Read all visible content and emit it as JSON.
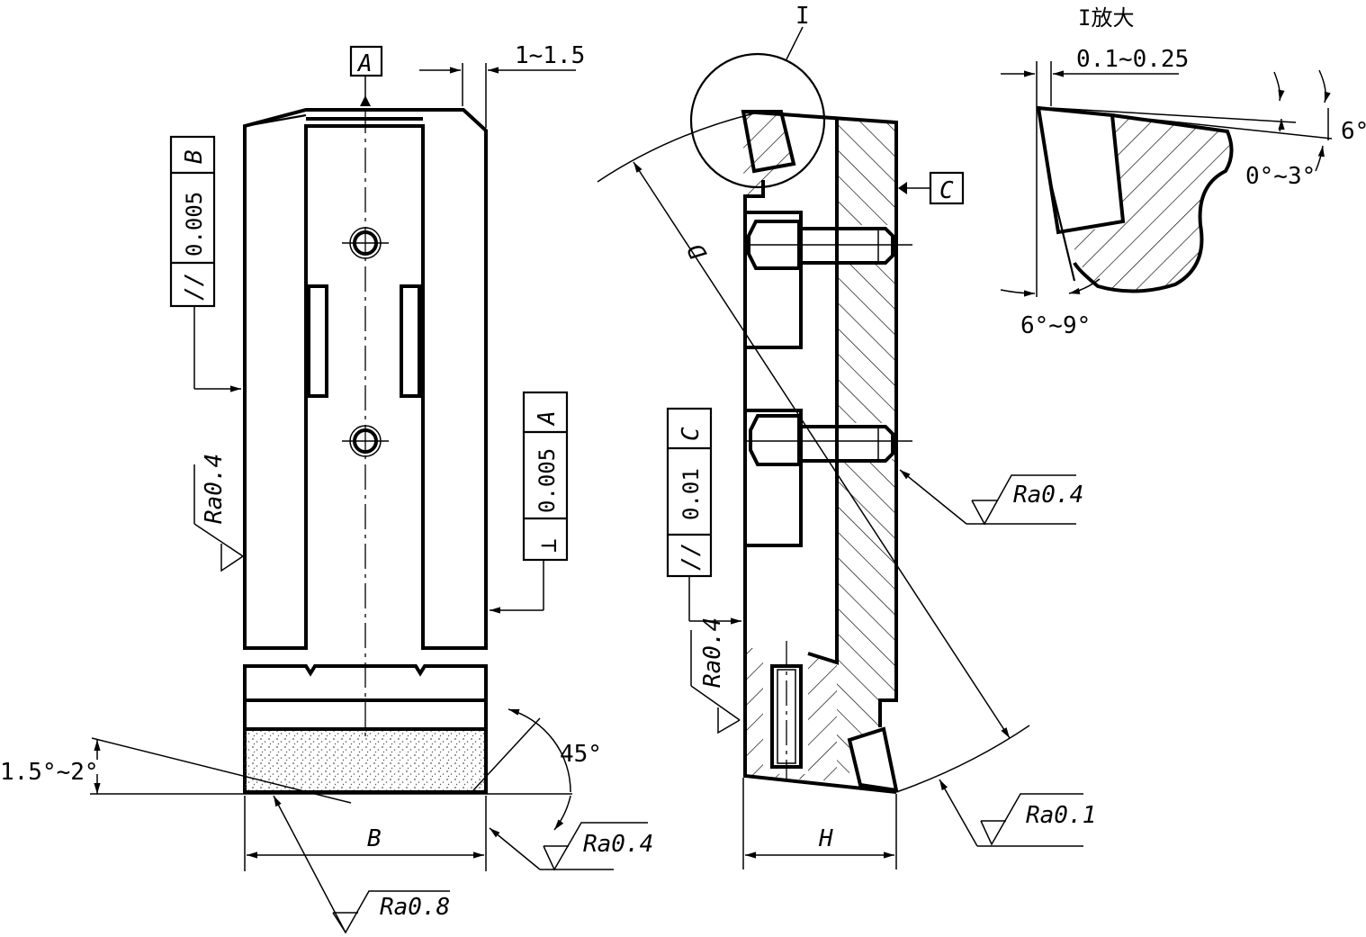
{
  "colors": {
    "line": "#000000",
    "background": "#ffffff",
    "abrasive_dots": "#555555"
  },
  "left_view": {
    "datum_a": "A",
    "dim_top_chamfer": "1~1.5",
    "parallel_tol": {
      "symbol": "//",
      "value": "0.005",
      "datum": "B"
    },
    "perp_tol": {
      "symbol": "⊥",
      "value": "0.005",
      "datum": "A"
    },
    "rough_side": "Ra0.4",
    "rough_bottom_right": "Ra0.4",
    "rough_bottom": "Ra0.8",
    "angle_45": "45°",
    "angle_relief": "1.5°~2°",
    "dim_width": "B"
  },
  "middle_view": {
    "detail_label": "I",
    "dim_diameter": "D",
    "datum_c": "C",
    "parallel_tol": {
      "symbol": "//",
      "value": "0.01",
      "datum": "C"
    },
    "rough_left": "Ra0.4",
    "rough_right": "Ra0.4",
    "rough_bottom": "Ra0.1",
    "dim_height": "H"
  },
  "detail_view": {
    "title": "I放大",
    "dim_land": "0.1~0.25",
    "angle_6": "6°",
    "angle_0_3": "0°~3°",
    "angle_6_9": "6°~9°"
  }
}
